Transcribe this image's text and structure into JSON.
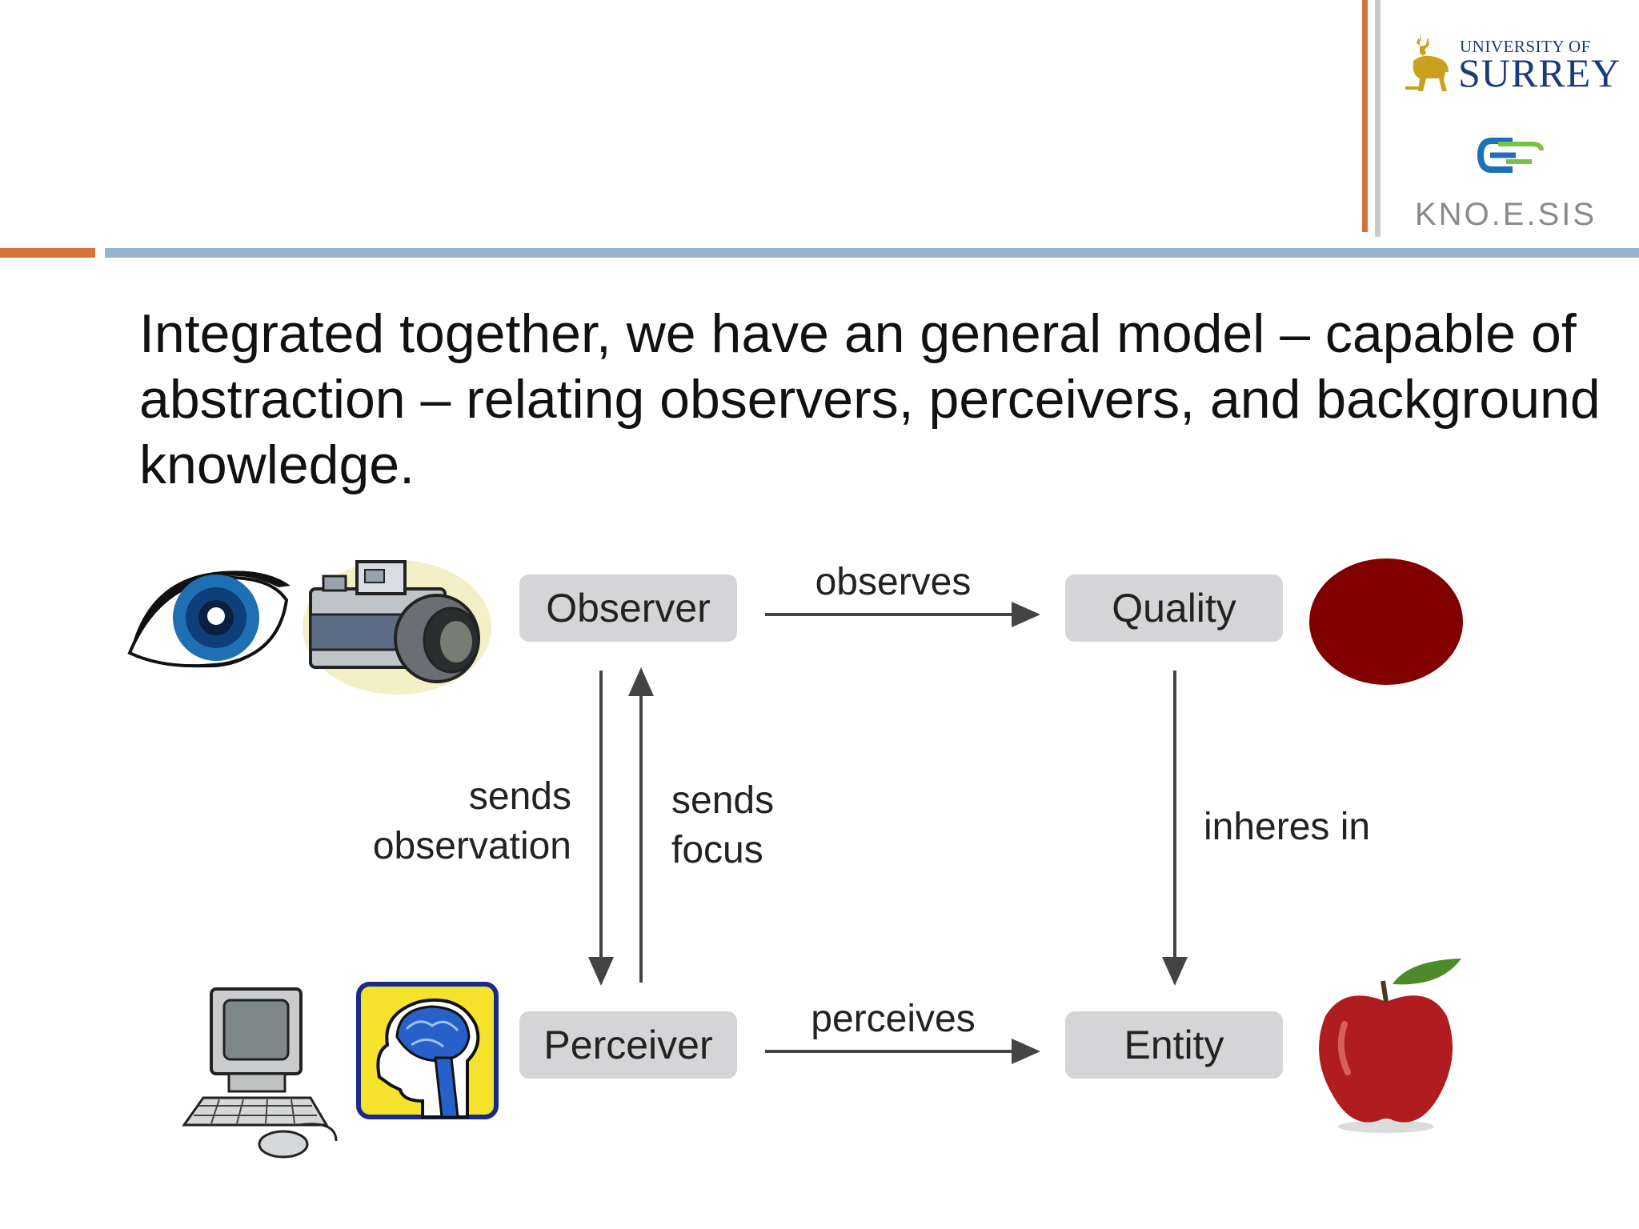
{
  "header": {
    "surrey_logo_top": "UNIVERSITY OF",
    "surrey_logo_main": "SURREY",
    "knoesis_logo": "KNO.E.SIS"
  },
  "main_text": "Integrated together, we have an general model – capable of abstraction – relating observers, perceivers, and background knowledge.",
  "diagram": {
    "nodes": {
      "observer": "Observer",
      "quality": "Quality",
      "perceiver": "Perceiver",
      "entity": "Entity"
    },
    "edges": {
      "observes": "observes",
      "perceives": "perceives",
      "sends_observation_line1": "sends",
      "sends_observation_line2": "observation",
      "sends_focus_line1": "sends",
      "sends_focus_line2": "focus",
      "inheres_in": "inheres in"
    },
    "colors": {
      "node_fill": "#d5d5d7",
      "quality_circle": "#800000",
      "apple": "#b01d20"
    }
  }
}
